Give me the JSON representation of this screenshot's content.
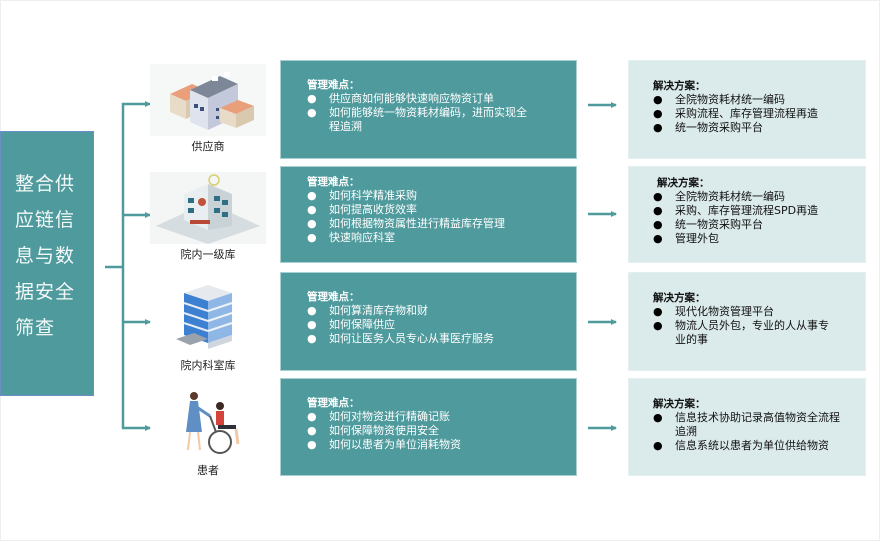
{
  "root": {
    "label": "整合供应链信息与数据安全筛查"
  },
  "colors": {
    "primary_teal": "#4f9a9d",
    "solution_bg": "#dbeaeb",
    "connector": "#4f9a9d"
  },
  "rows": [
    {
      "node": {
        "label": "供应商",
        "icon": "factory-building-icon"
      },
      "problem": {
        "title": "管理难点：",
        "items": [
          "供应商如何能够快速响应物资订单",
          "如何能够统一物资耗材编码，进而实现全程追溯"
        ]
      },
      "solution": {
        "title": "解决方案：",
        "items": [
          "全院物资耗材统一编码",
          "采购流程、库存管理流程再造",
          "统一物资采购平台"
        ]
      }
    },
    {
      "node": {
        "label": "院内一级库",
        "icon": "hospital-building-icon"
      },
      "problem": {
        "title": "管理难点：",
        "items": [
          "如何科学精准采购",
          "如何提高收货效率",
          "如何根据物资属性进行精益库存管理",
          "快速响应科室"
        ]
      },
      "solution": {
        "title": "解决方案：",
        "items": [
          "全院物资耗材统一编码",
          "采购、库存管理流程SPD再造",
          "统一物资采购平台",
          "管理外包"
        ]
      }
    },
    {
      "node": {
        "label": "院内科室库",
        "icon": "office-tower-icon"
      },
      "problem": {
        "title": "管理难点：",
        "items": [
          "如何算清库存物和财",
          "如何保障供应",
          "如何让医务人员专心从事医疗服务"
        ]
      },
      "solution": {
        "title": "解决方案：",
        "items": [
          "现代化物资管理平台",
          "物流人员外包，专业的人从事专业的事"
        ]
      }
    },
    {
      "node": {
        "label": "患者",
        "icon": "nurse-wheelchair-patient-icon"
      },
      "problem": {
        "title": "管理难点：",
        "items": [
          "如何对物资进行精确记账",
          "如何保障物资使用安全",
          "如何以患者为单位消耗物资"
        ]
      },
      "solution": {
        "title": "解决方案：",
        "items": [
          "信息技术协助记录高值物资全流程追溯",
          "信息系统以患者为单位供给物资"
        ]
      }
    }
  ]
}
